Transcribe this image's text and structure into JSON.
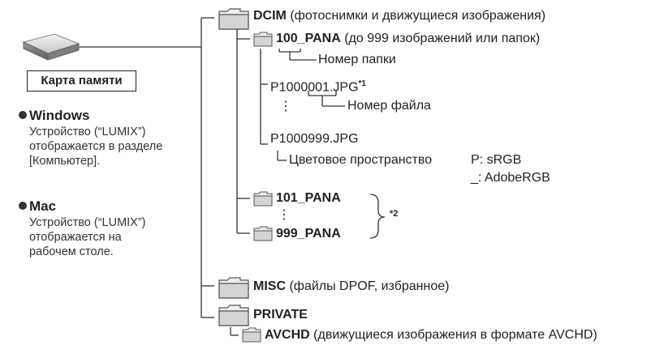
{
  "card": {
    "label": "Карта памяти"
  },
  "windows": {
    "heading": "Windows",
    "desc_line1": "Устройство (“LUMIX”)",
    "desc_line2": "отображается в разделе",
    "desc_line3": "[Компьютер]."
  },
  "mac": {
    "heading": "Mac",
    "desc_line1": "Устройство (“LUMIX”)",
    "desc_line2": "отображается на",
    "desc_line3": "рабочем столе."
  },
  "tree": {
    "dcim": {
      "name": "DCIM",
      "desc": " (фотоснимки и движущиеся изображения)"
    },
    "pana100": {
      "name": "100_PANA",
      "desc": " (до 999 изображений или папок)"
    },
    "folder_number": "Номер папки",
    "file_first": "P1000001.JPG",
    "file_first_note": "*1",
    "ellipsis": "⋮",
    "file_number": "Номер файла",
    "file_last": "P1000999.JPG",
    "color_space": "Цветовое пространство",
    "cs_p": "P: sRGB",
    "cs_underscore": "_: AdobeRGB",
    "pana101": "101_PANA",
    "pana999": "999_PANA",
    "group_note": "*2",
    "misc": {
      "name": "MISC",
      "desc": " (файлы DPOF, избранное)"
    },
    "private": {
      "name": "PRIVATE"
    },
    "avchd": {
      "name": "AVCHD",
      "desc": " (движущиеся изображения в формате AVCHD)"
    }
  }
}
